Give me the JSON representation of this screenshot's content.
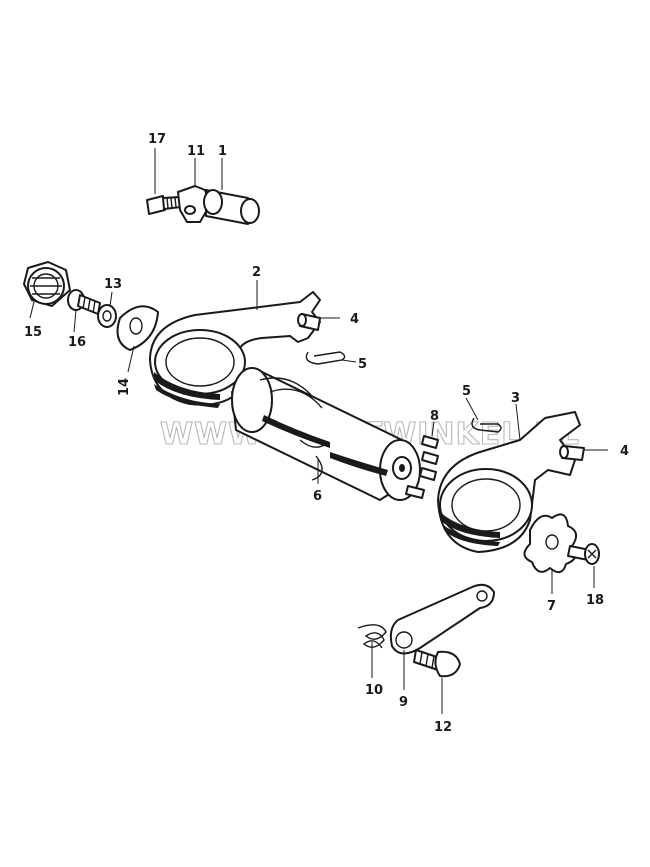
{
  "diagram": {
    "labels": [
      "17",
      "11",
      "1",
      "13",
      "2",
      "15",
      "16",
      "4",
      "14",
      "5",
      "5",
      "8",
      "3",
      "4",
      "6",
      "7",
      "18",
      "10",
      "9",
      "12"
    ],
    "watermark": "WWW.4TAKTWINKEL.NL"
  }
}
